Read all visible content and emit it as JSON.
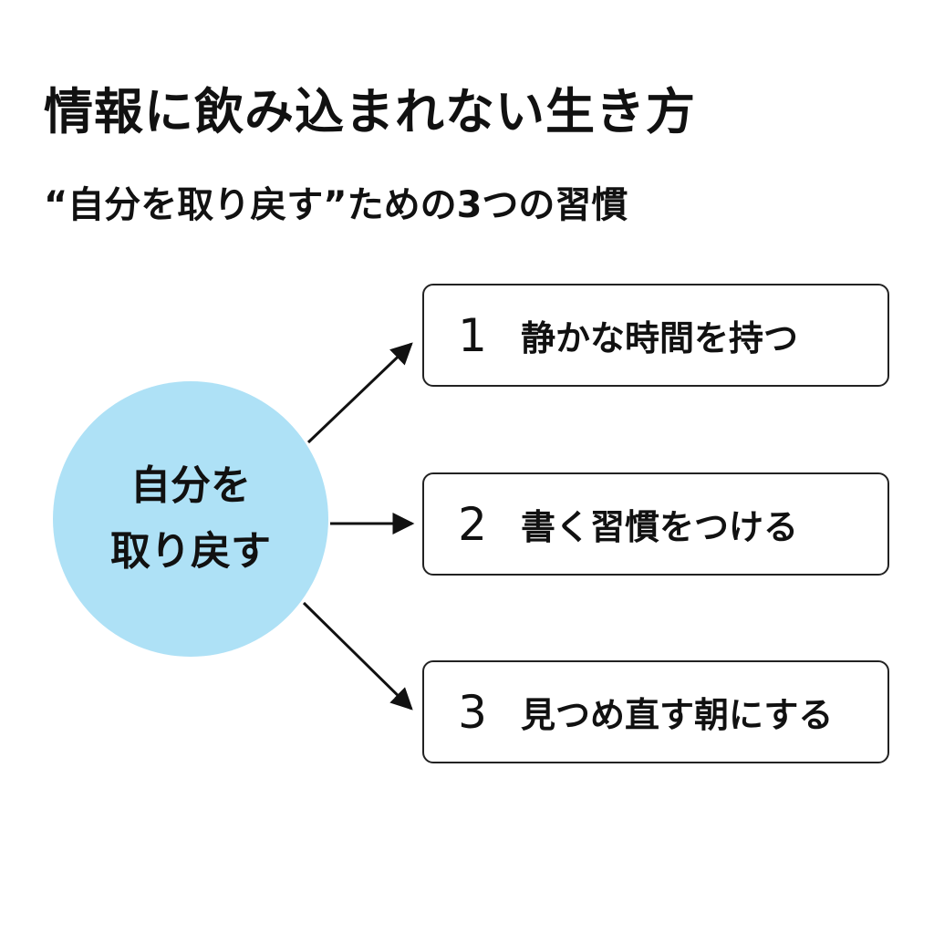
{
  "title": "情報に飲み込まれない生き方",
  "subtitle": "“自分を取り戻す”ための3つの習慣",
  "center": {
    "line1": "自分を",
    "line2": "取り戻す",
    "color": "#aee1f6"
  },
  "habits": [
    {
      "number": "1",
      "text": "静かな時間を持つ"
    },
    {
      "number": "2",
      "text": "書く習慣をつける"
    },
    {
      "number": "3",
      "text": "見つめ直す朝にする"
    }
  ]
}
